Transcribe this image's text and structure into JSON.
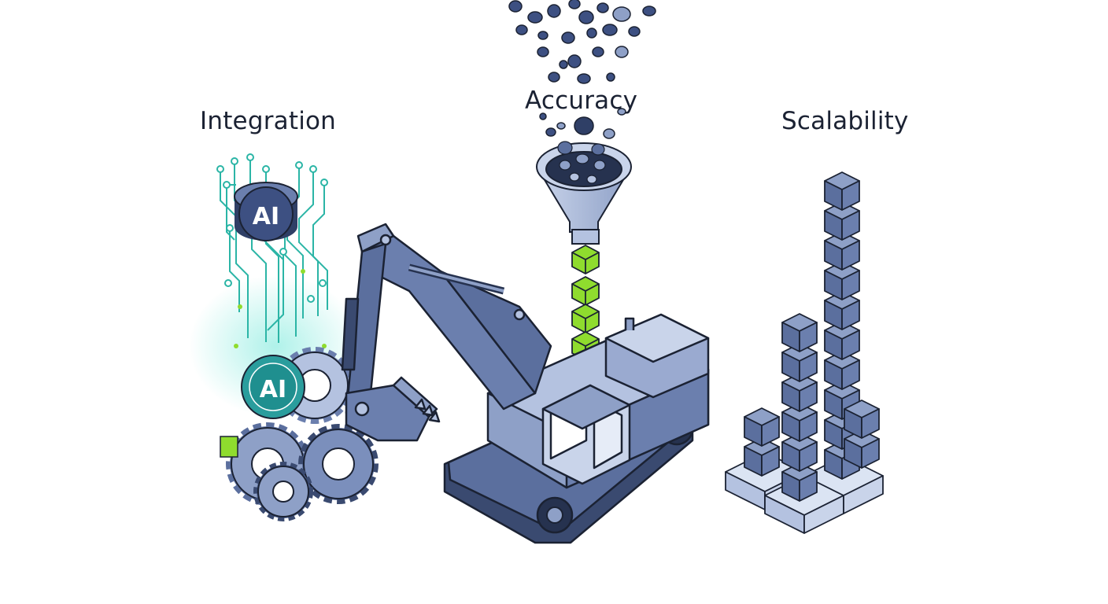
{
  "labels": {
    "integration": "Integration",
    "accuracy": "Accuracy",
    "scalability": "Scalability"
  },
  "badges": {
    "ai_top": "AI",
    "ai_gear": "AI"
  },
  "colors": {
    "ink": "#1b2233",
    "steel_blue": "#5b6f9e",
    "steel_light": "#8ea0c7",
    "steel_dark": "#3a4a70",
    "circuit_teal": "#2bb5a6",
    "accent_green": "#8fdc2e",
    "teal_badge": "#1f8f8f"
  },
  "icons": [
    "circuit-traces-icon",
    "ai-chip-icon",
    "gear-cluster-icon",
    "excavator-icon",
    "funnel-icon",
    "data-pebbles-icon",
    "stacked-cubes-icon"
  ]
}
